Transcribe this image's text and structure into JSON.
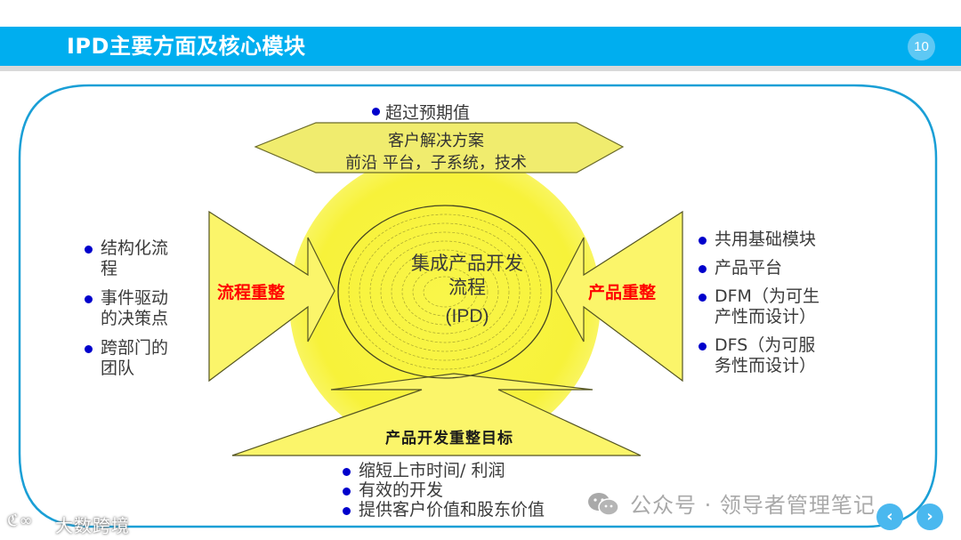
{
  "header": {
    "title": "IPD主要方面及核心模块",
    "page_number": "10"
  },
  "colors": {
    "title_bar": "#00aeef",
    "frame_border": "#1a9fd6",
    "shape_fill": "#fbf56a",
    "glow_fill": "#f7f23a",
    "accent_red": "#ff0000",
    "bullet_blue": "#0000cc"
  },
  "diagram": {
    "top": {
      "bullet": "超过预期值",
      "hexagon_line1": "客户解决方案",
      "hexagon_line2": "前沿 平台，子系统，技术"
    },
    "center": {
      "line1": "集成产品开发",
      "line2": "流程",
      "line3": "(IPD)"
    },
    "left": {
      "arrow_label": "流程重整",
      "bullets": [
        {
          "line1": "结构化流",
          "line2": "程"
        },
        {
          "line1": "事件驱动",
          "line2": "的决策点"
        },
        {
          "line1": "跨部门的",
          "line2": "团队"
        }
      ]
    },
    "right": {
      "arrow_label": "产品重整",
      "bullets": [
        {
          "line1": "共用基础模块",
          "line2": ""
        },
        {
          "line1": "产品平台",
          "line2": ""
        },
        {
          "line1": "DFM（为可生",
          "line2": "产性而设计）"
        },
        {
          "line1": "DFS（为可服",
          "line2": "务性而设计）"
        }
      ]
    },
    "bottom": {
      "arrow_label": "产品开发重整目标",
      "bullets": [
        "缩短上市时间/ 利润",
        "有效的开发",
        "提供客户价值和股东价值"
      ]
    }
  },
  "watermarks": {
    "wechat": "公众号 · 领导者管理笔记",
    "bottom_left": "大数跨境"
  },
  "navigation": {
    "prev": "‹",
    "next": "›"
  }
}
